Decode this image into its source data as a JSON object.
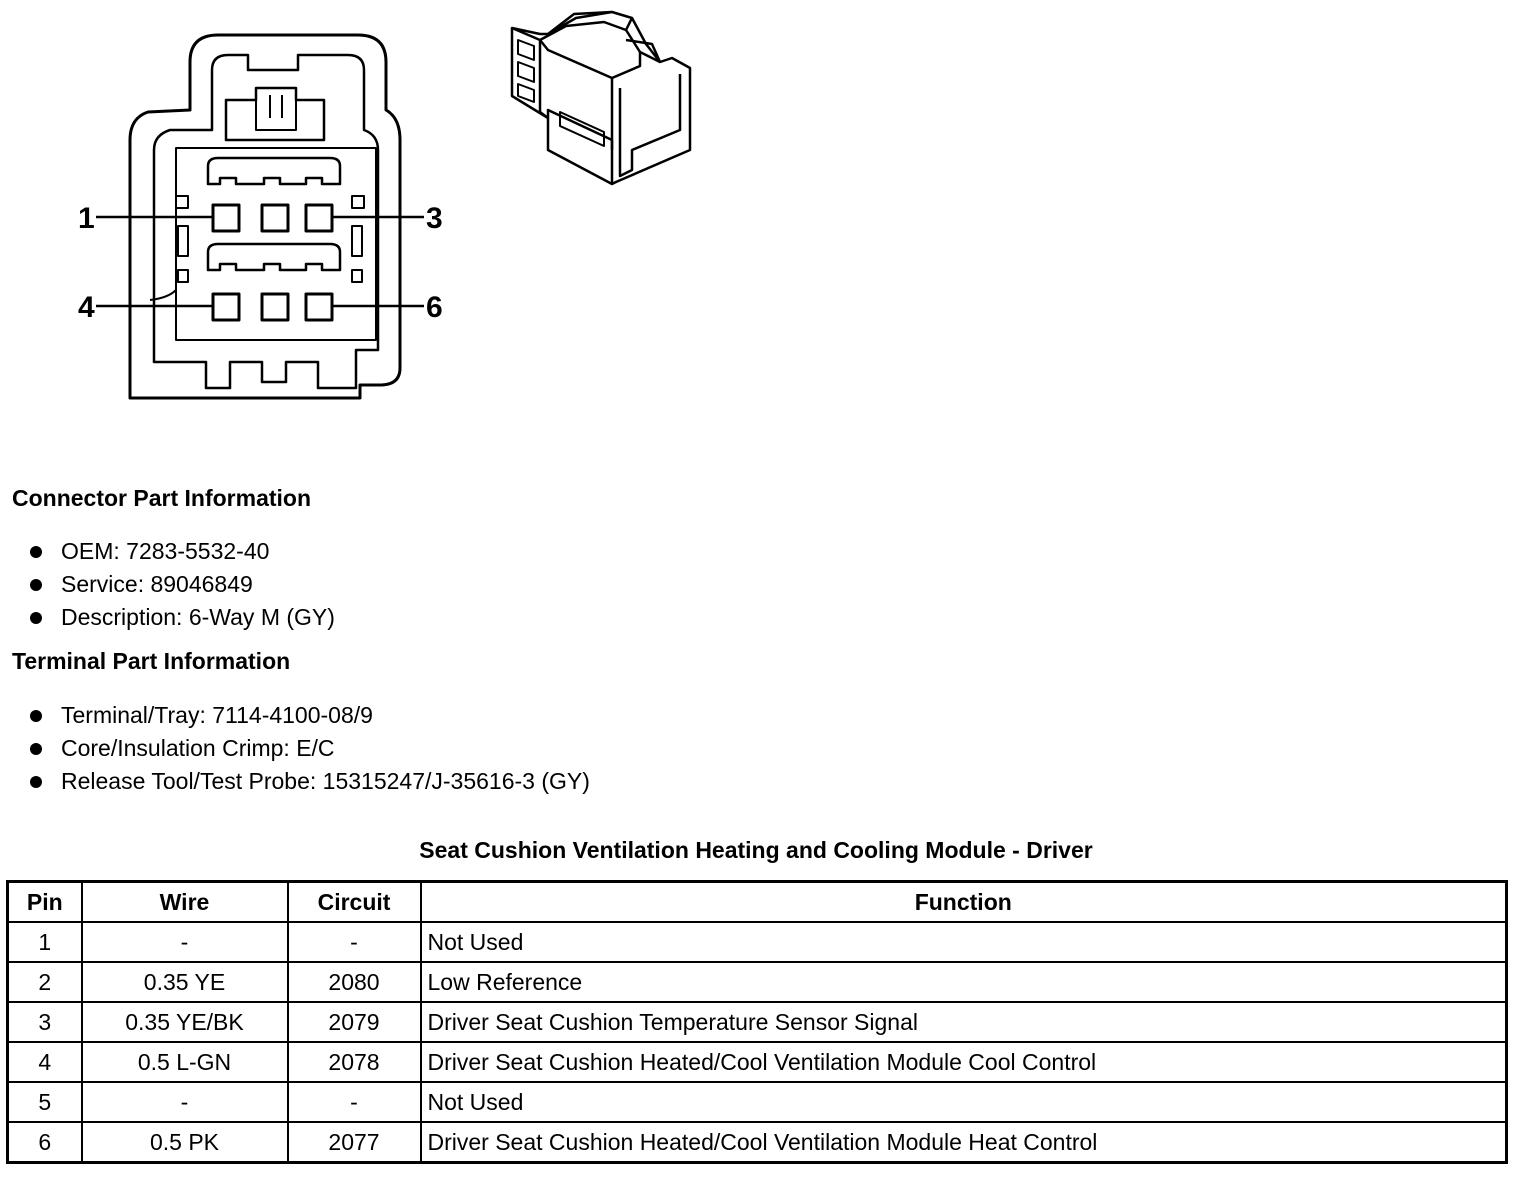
{
  "diagram": {
    "pin_callouts": [
      "1",
      "3",
      "4",
      "6"
    ]
  },
  "connector_part_information": {
    "heading": "Connector Part Information",
    "items": [
      "OEM: 7283-5532-40",
      "Service: 89046849",
      "Description: 6-Way M (GY)"
    ]
  },
  "terminal_part_information": {
    "heading": "Terminal Part Information",
    "items": [
      "Terminal/Tray: 7114-4100-08/9",
      "Core/Insulation Crimp: E/C",
      "Release Tool/Test Probe: 15315247/J-35616-3 (GY)"
    ]
  },
  "table": {
    "title": "Seat Cushion Ventilation Heating and Cooling Module - Driver",
    "headers": [
      "Pin",
      "Wire",
      "Circuit",
      "Function"
    ],
    "rows": [
      [
        "1",
        "-",
        "-",
        "Not Used"
      ],
      [
        "2",
        "0.35 YE",
        "2080",
        "Low Reference"
      ],
      [
        "3",
        "0.35 YE/BK",
        "2079",
        "Driver Seat Cushion Temperature Sensor Signal"
      ],
      [
        "4",
        "0.5 L-GN",
        "2078",
        "Driver Seat Cushion Heated/Cool Ventilation Module Cool Control"
      ],
      [
        "5",
        "-",
        "-",
        "Not Used"
      ],
      [
        "6",
        "0.5 PK",
        "2077",
        "Driver Seat Cushion Heated/Cool Ventilation Module Heat Control"
      ]
    ]
  }
}
